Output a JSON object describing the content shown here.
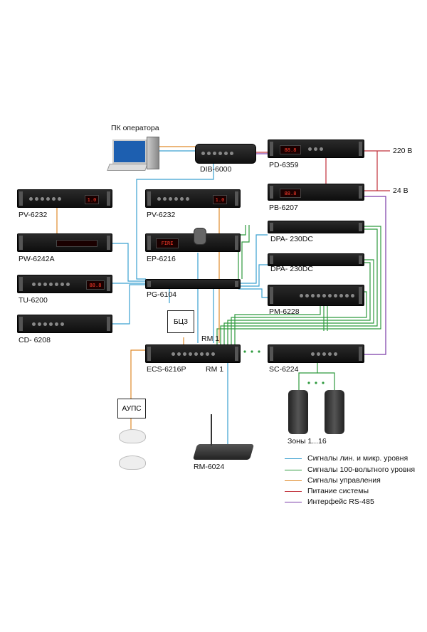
{
  "devices": {
    "pc": "ПК оператора",
    "dib": "DIB-6000",
    "pd": "PD-6359",
    "pb": "PB-6207",
    "pv1": "PV-6232",
    "pv2": "PV-6232",
    "pw": "PW-6242A",
    "ep": "EP-6216",
    "dpa1": "DPA- 230DC",
    "dpa2": "DPA- 230DC",
    "tu": "TU-6200",
    "pg": "PG-6104",
    "pm": "PM-6228",
    "cd": "CD- 6208",
    "bcz": "БЦЗ",
    "rm1a": "RM 1",
    "rm1b": "RM 1",
    "ecs": "ECS-6216P",
    "sc": "SC-6224",
    "aups": "АУПС",
    "zones": "Зоны 1...16",
    "rm": "RM-6024",
    "fire": "FIRE"
  },
  "power": {
    "v220": "220 В",
    "v24": "24 В"
  },
  "legend": [
    {
      "label": "Сигналы лин. и микр. уровня",
      "color": "#3aa0d0"
    },
    {
      "label": "Сигналы 100-вольтного уровня",
      "color": "#2e9a3e"
    },
    {
      "label": "Сигналы управления",
      "color": "#e08a2a"
    },
    {
      "label": "Питание системы",
      "color": "#c0303a"
    },
    {
      "label": "Интерфейс RS-485",
      "color": "#7a3aa8"
    }
  ]
}
